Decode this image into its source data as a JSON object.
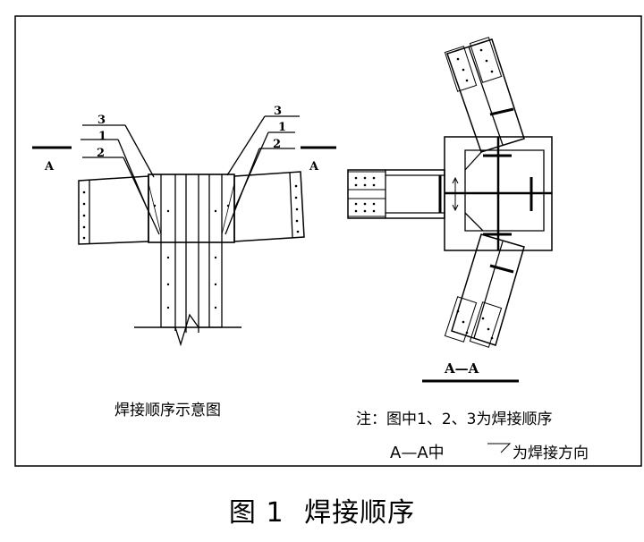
{
  "drawing": {
    "left_labels": {
      "n3": "3",
      "n1": "1",
      "n2": "2",
      "section": "A"
    },
    "right_labels": {
      "n3": "3",
      "n1": "1",
      "n2": "2",
      "section": "A"
    },
    "left_caption": "焊接顺序示意图",
    "section_title": "A—A",
    "note_line1": "注：图中1、2、3为焊接顺序",
    "note_line2_prefix": "A—A中",
    "note_line2_suffix": "为焊接方向"
  },
  "figure_caption": {
    "number": "图 1",
    "title": "焊接顺序"
  }
}
